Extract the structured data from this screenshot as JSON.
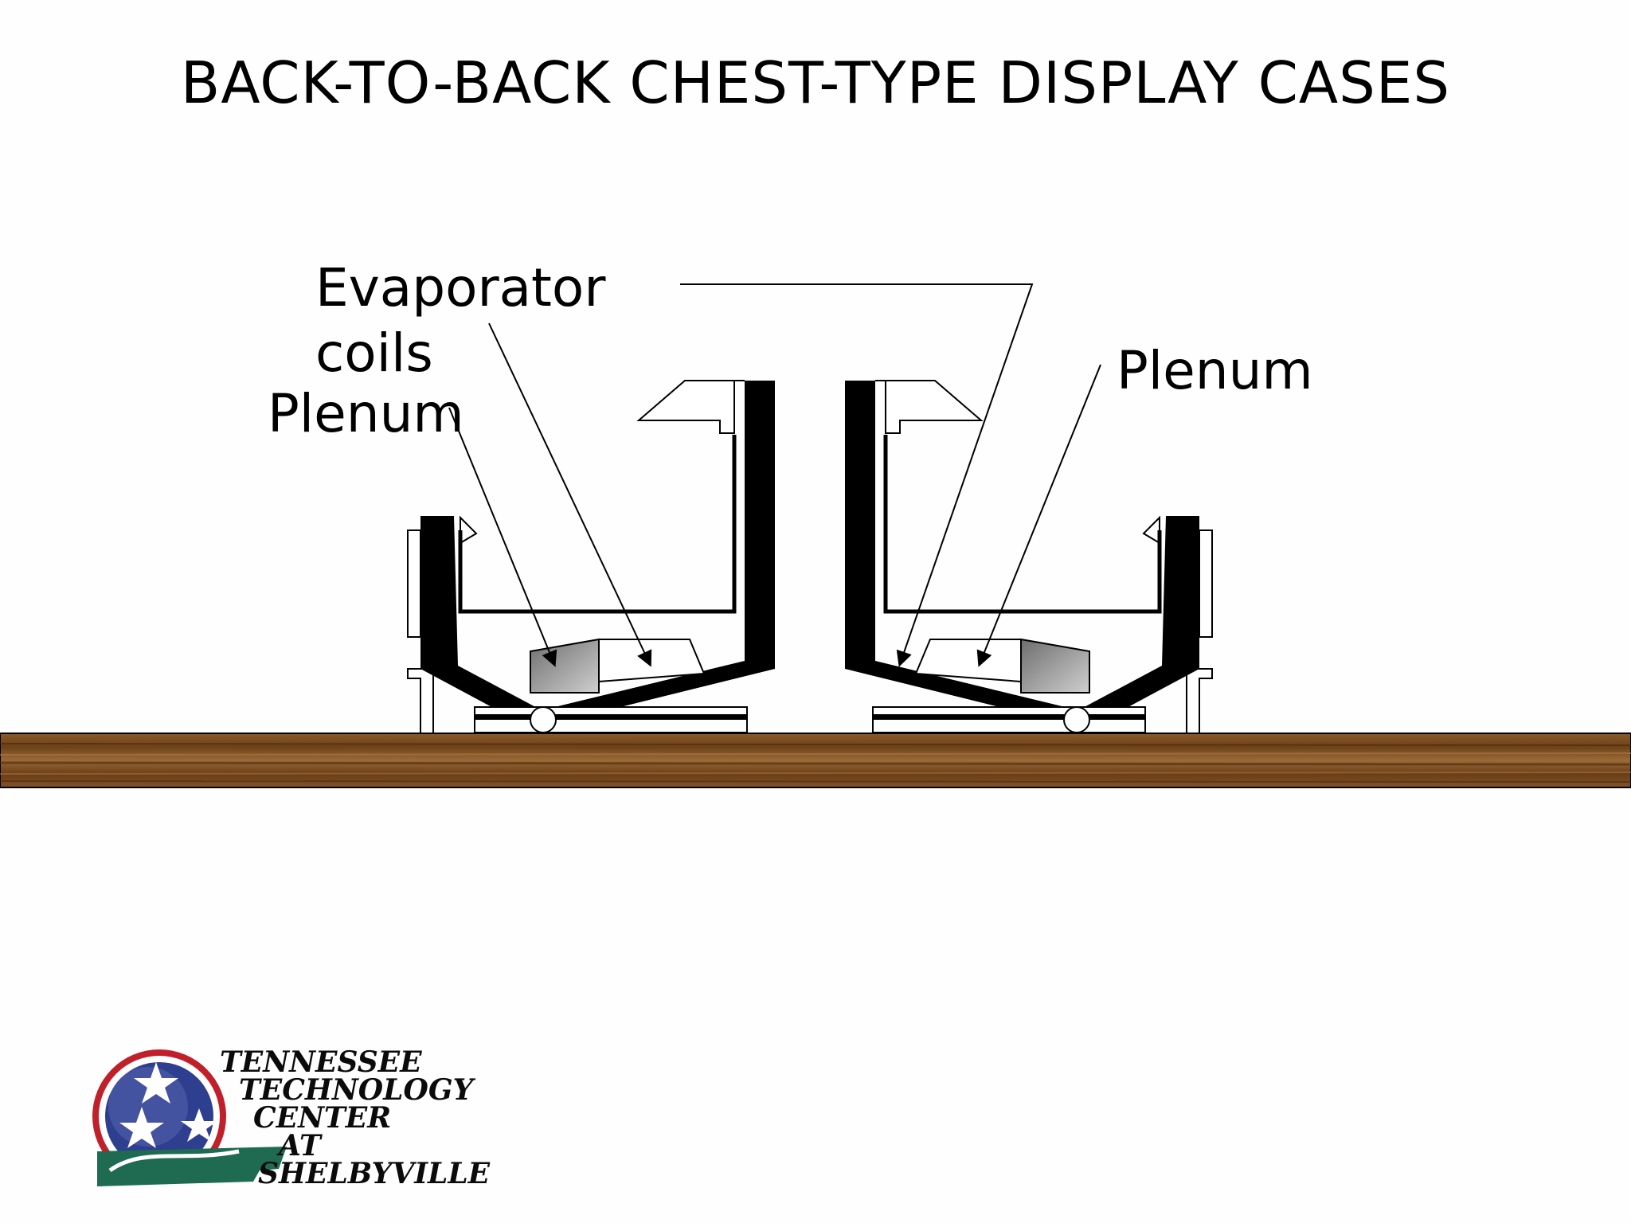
{
  "title": "BACK-TO-BACK CHEST-TYPE DISPLAY CASES",
  "labels": {
    "evaporator_line1": "Evaporator",
    "evaporator_line2": "coils",
    "plenum_left": "Plenum",
    "plenum_right": "Plenum"
  },
  "logo": {
    "line1": "TENNESSEE",
    "line2": "TECHNOLOGY",
    "line3": "CENTER",
    "line4": "AT",
    "line5": "SHELBYVILLE"
  },
  "colors": {
    "floor_wood": "#7a4a1e",
    "floor_wood_dark": "#5a3210",
    "wall_black": "#000000",
    "plenum_gray": "#9a9a9a",
    "logo_blue": "#2f3f8f",
    "logo_red": "#c0202a",
    "logo_green": "#1f6b52"
  }
}
